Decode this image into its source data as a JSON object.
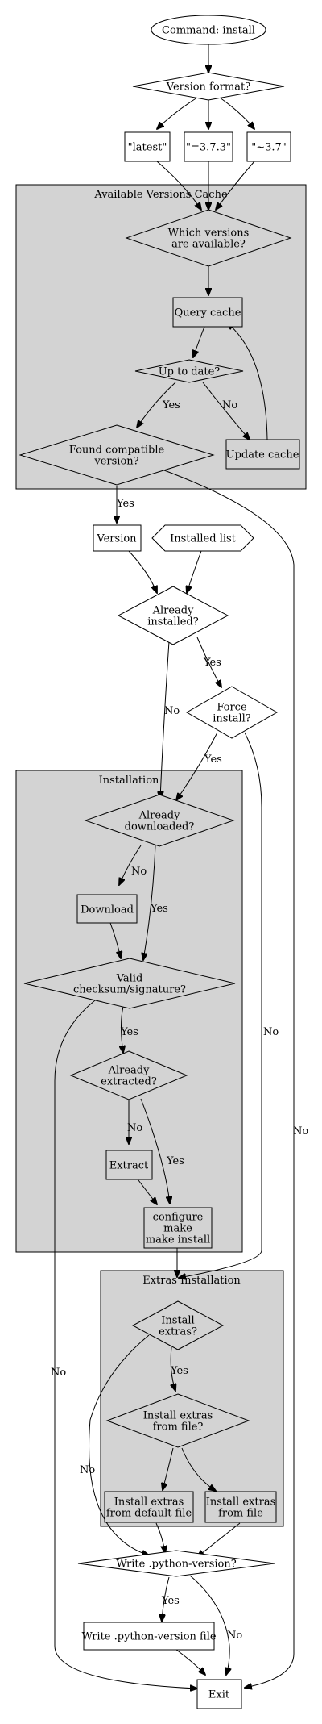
{
  "clusters": {
    "cache": {
      "label": "Available Versions Cache"
    },
    "installation": {
      "label": "Installation"
    },
    "extras": {
      "label": "Extras Installation"
    }
  },
  "nodes": {
    "start": {
      "lines": [
        "Command: install"
      ],
      "color": "#add8e6"
    },
    "version_format": {
      "lines": [
        "Version format?"
      ]
    },
    "latest": {
      "lines": [
        "\"latest\""
      ]
    },
    "exact": {
      "lines": [
        "\"=3.7.3\""
      ]
    },
    "approx": {
      "lines": [
        "\"~3.7\""
      ]
    },
    "which_versions": {
      "lines": [
        "Which versions",
        "are available?"
      ]
    },
    "query_cache": {
      "lines": [
        "Query cache"
      ]
    },
    "up_to_date": {
      "lines": [
        "Up to date?"
      ]
    },
    "update_cache": {
      "lines": [
        "Update cache"
      ]
    },
    "found_compatible": {
      "lines": [
        "Found compatible",
        "version?"
      ]
    },
    "version": {
      "lines": [
        "Version"
      ]
    },
    "installed_list": {
      "lines": [
        "Installed list"
      ]
    },
    "already_installed": {
      "lines": [
        "Already",
        "installed?"
      ]
    },
    "force_install": {
      "lines": [
        "Force",
        "install?"
      ]
    },
    "already_downloaded": {
      "lines": [
        "Already",
        "downloaded?"
      ]
    },
    "download": {
      "lines": [
        "Download"
      ]
    },
    "valid_checksum": {
      "lines": [
        "Valid",
        "checksum/signature?"
      ]
    },
    "already_extracted": {
      "lines": [
        "Already",
        "extracted?"
      ]
    },
    "extract": {
      "lines": [
        "Extract"
      ]
    },
    "configure": {
      "lines": [
        "configure",
        "make",
        "make install"
      ]
    },
    "install_extras": {
      "lines": [
        "Install",
        "extras?"
      ]
    },
    "extras_from_file": {
      "lines": [
        "Install extras",
        "from file?"
      ]
    },
    "extras_default": {
      "lines": [
        "Install extras",
        "from default file"
      ]
    },
    "extras_file": {
      "lines": [
        "Install extras",
        "from file"
      ]
    },
    "write_pyversion": {
      "lines": [
        "Write .python-version?"
      ]
    },
    "write_pyversion_file": {
      "lines": [
        "Write .python-version file"
      ]
    },
    "exit": {
      "lines": [
        "Exit"
      ],
      "color": "#ffa07a"
    }
  },
  "edge_labels": {
    "yes": "Yes",
    "no": "No"
  }
}
